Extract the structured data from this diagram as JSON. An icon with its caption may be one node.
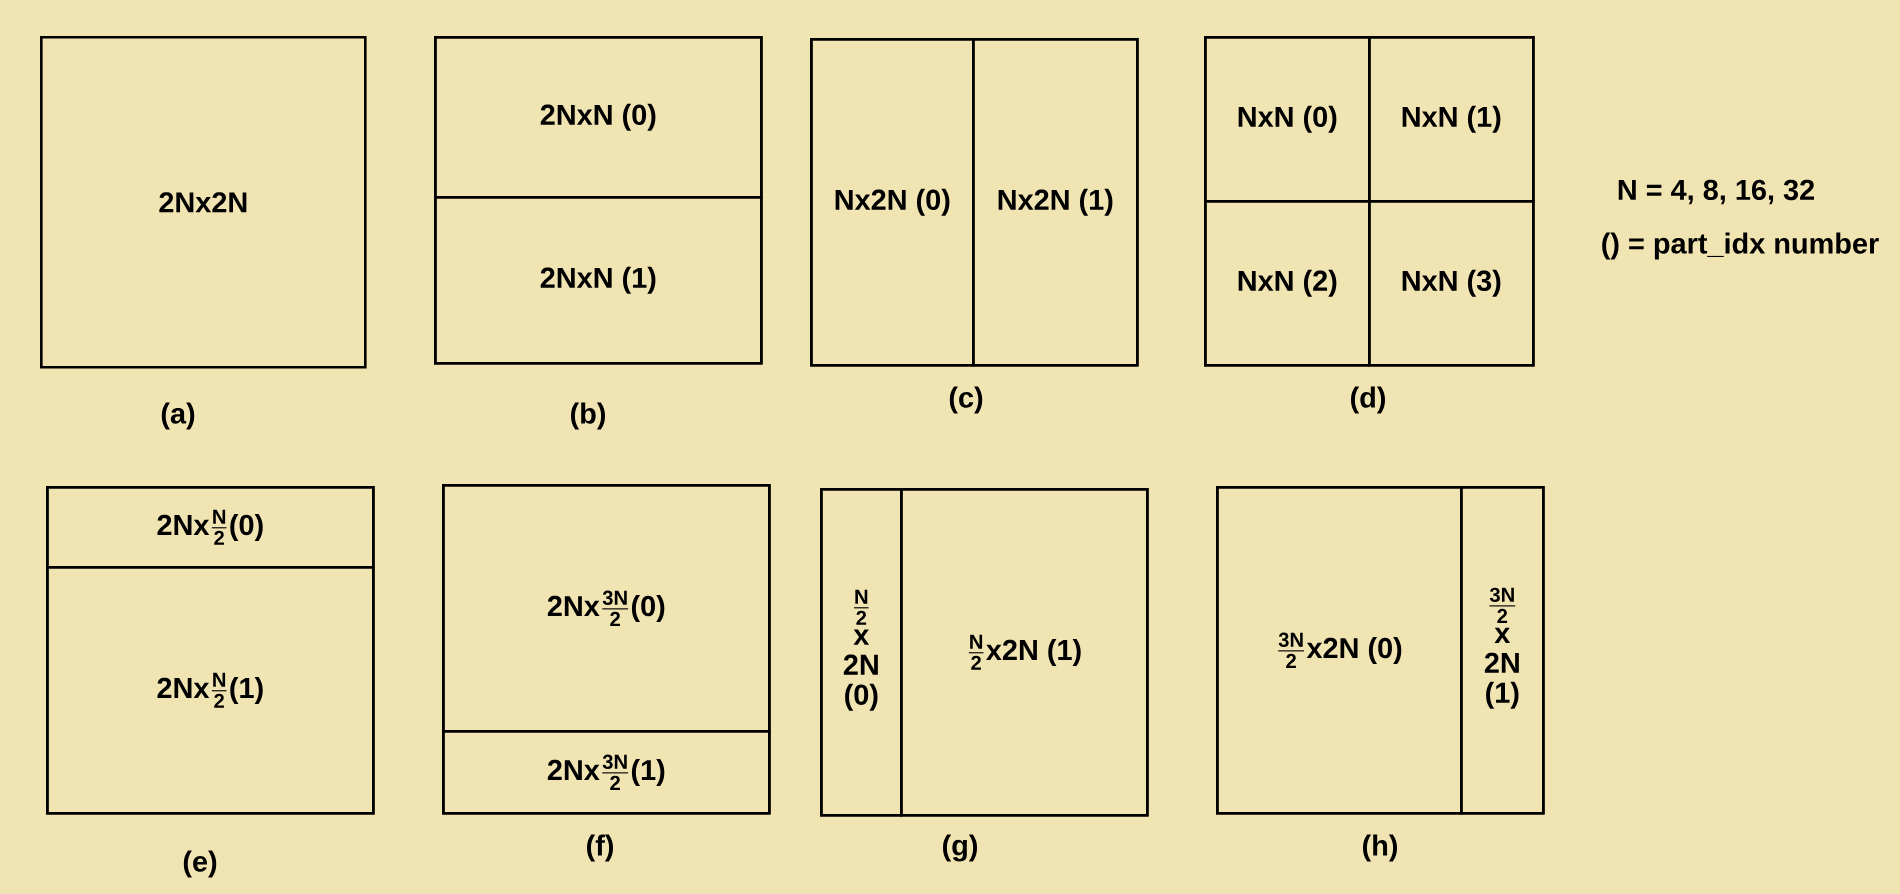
{
  "diagram": {
    "nodes": [
      {
        "text": [
          "2Nx2N"
        ],
        "beside": [
          "(a)"
        ]
      },
      {
        "text": [],
        "shape": "box",
        "beside": [
          "(b)"
        ]
      },
      {
        "text": [
          "2NxN (0)"
        ],
        "in": 1
      },
      {
        "text": [
          "2NxN (1)"
        ],
        "in": 1
      },
      {
        "text": [],
        "shape": "box",
        "beside": [
          "(c)"
        ]
      },
      {
        "text": [
          "Nx2N (0)"
        ],
        "in": 4
      },
      {
        "text": [
          "Nx2N (1)"
        ],
        "in": 4
      },
      {
        "text": [],
        "shape": "box",
        "beside": [
          "(d)"
        ]
      },
      {
        "text": [
          "NxN (0)"
        ],
        "in": 7
      },
      {
        "text": [
          "NxN (1)"
        ],
        "in": 7
      },
      {
        "text": [
          "NxN (2)"
        ],
        "in": 7
      },
      {
        "text": [
          "NxN (3)"
        ],
        "in": 7
      },
      {
        "text": [],
        "shape": "box",
        "beside": [
          "(e)"
        ]
      },
      {
        "text": [
          "\\text{2Nx}\\frac{\\text{N}}{\\text{2}}\\text{(0)}"
        ],
        "in": 12
      },
      {
        "text": [
          "\\text{2Nx}\\frac{\\text{N}}{\\text{2}}\\text{(1)}"
        ],
        "in": 12
      },
      {
        "text": [],
        "shape": "box",
        "beside": [
          "(f)"
        ]
      },
      {
        "text": [
          "\\text{2Nx}\\frac{\\text{3N}}{\\text{2}}\\text{(0)}"
        ],
        "in": 15
      },
      {
        "text": [
          "\\text{2Nx}\\frac{\\text{3N}}{\\text{2}}\\text{(1)}"
        ],
        "in": 15
      },
      {
        "text": [],
        "shape": "box",
        "beside": [
          "(g)"
        ]
      },
      {
        "text": [
          "\\begin{matrix}\\frac{\\text{N}}{\\text{2}}\\\\[-2pt]\\text{x}\\\\[-2pt]\\text{2N}\\\\[-2pt]\\text{(0)}\\end{matrix}"
        ],
        "in": 18
      },
      {
        "text": [
          "\\frac{\\text{N}}{\\text{2}}\\text{x2N (1)}"
        ],
        "in": 18
      },
      {
        "text": [],
        "shape": "box",
        "beside": [
          "(h)"
        ]
      },
      {
        "text": [
          "\\frac{\\text{3N}}{\\text{2}}\\text{x2N (0)}"
        ],
        "in": 21
      },
      {
        "text": [
          "\\begin{matrix}\\frac{\\text{3N}}{\\text{2}}\\\\[-2pt]\\text{x}\\\\[-2pt]\\text{2N}\\\\[-2pt]\\text{(1)}\\end{matrix}"
        ],
        "in": 21
      }
    ],
    "labels": [
      "N = 4, 8, 16, 32",
      "() = part_idx number"
    ]
  }
}
